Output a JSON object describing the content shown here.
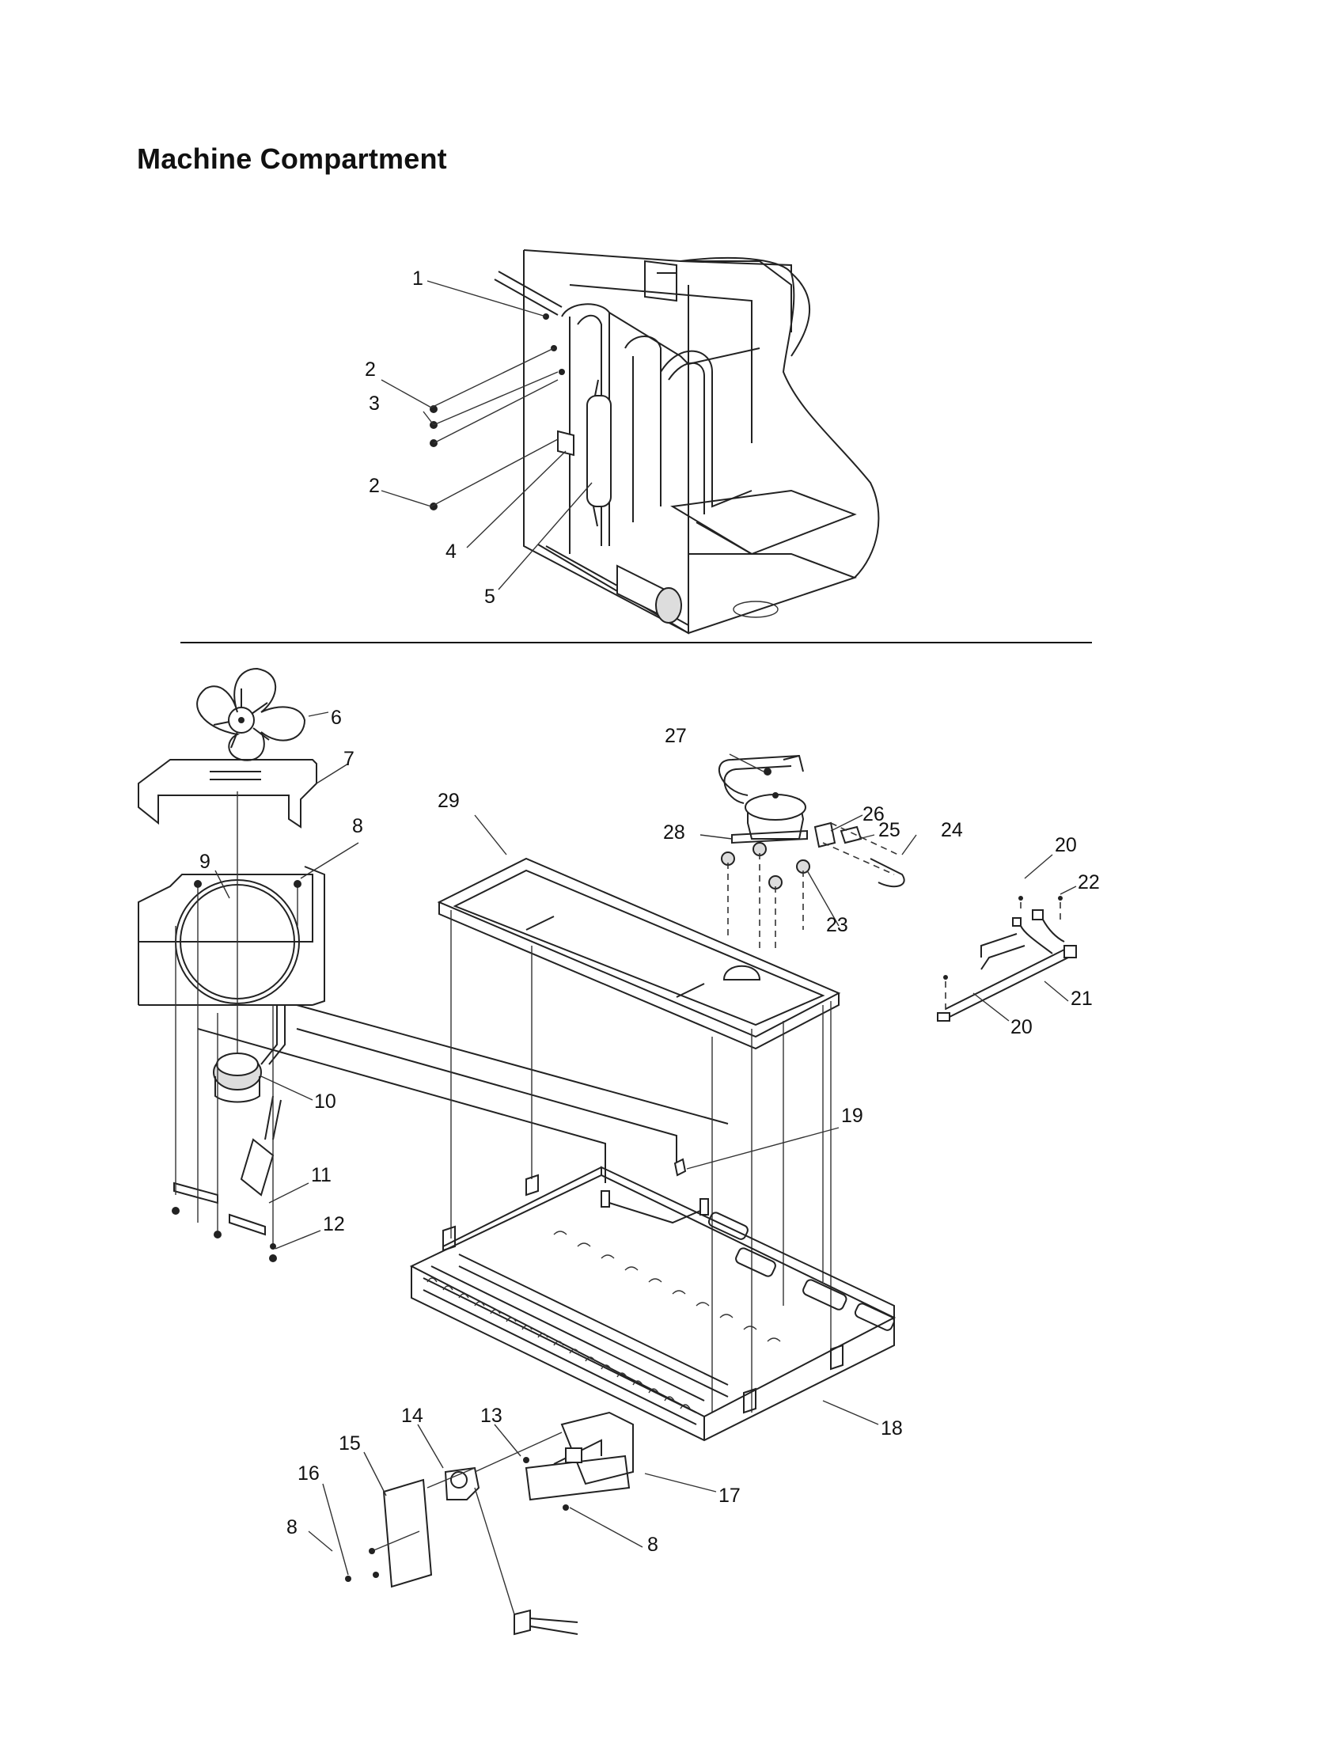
{
  "title": "Machine Compartment",
  "callouts": [
    {
      "id": "c1",
      "text": "1"
    },
    {
      "id": "c2a",
      "text": "2"
    },
    {
      "id": "c3",
      "text": "3"
    },
    {
      "id": "c2b",
      "text": "2"
    },
    {
      "id": "c4",
      "text": "4"
    },
    {
      "id": "c5",
      "text": "5"
    },
    {
      "id": "c6",
      "text": "6"
    },
    {
      "id": "c7",
      "text": "7"
    },
    {
      "id": "c8a",
      "text": "8"
    },
    {
      "id": "c9",
      "text": "9"
    },
    {
      "id": "c10",
      "text": "10"
    },
    {
      "id": "c11",
      "text": "11"
    },
    {
      "id": "c12",
      "text": "12"
    },
    {
      "id": "c13",
      "text": "13"
    },
    {
      "id": "c14",
      "text": "14"
    },
    {
      "id": "c15",
      "text": "15"
    },
    {
      "id": "c16",
      "text": "16"
    },
    {
      "id": "c8b",
      "text": "8"
    },
    {
      "id": "c8c",
      "text": "8"
    },
    {
      "id": "c17",
      "text": "17"
    },
    {
      "id": "c18",
      "text": "18"
    },
    {
      "id": "c19",
      "text": "19"
    },
    {
      "id": "c20a",
      "text": "20"
    },
    {
      "id": "c20b",
      "text": "20"
    },
    {
      "id": "c21",
      "text": "21"
    },
    {
      "id": "c22",
      "text": "22"
    },
    {
      "id": "c23",
      "text": "23"
    },
    {
      "id": "c24",
      "text": "24"
    },
    {
      "id": "c25",
      "text": "25"
    },
    {
      "id": "c26",
      "text": "26"
    },
    {
      "id": "c27",
      "text": "27"
    },
    {
      "id": "c28",
      "text": "28"
    },
    {
      "id": "c29",
      "text": "29"
    }
  ]
}
